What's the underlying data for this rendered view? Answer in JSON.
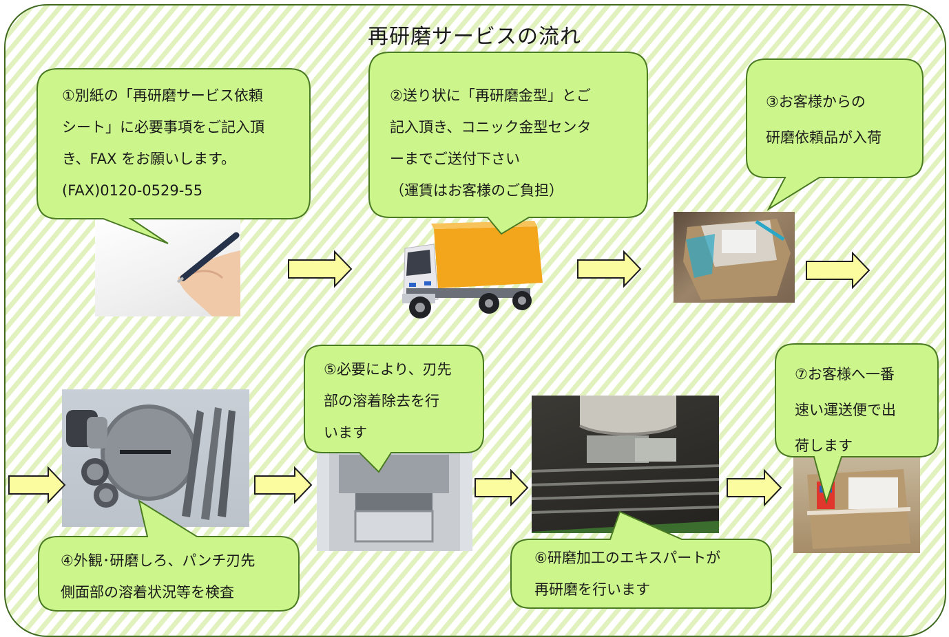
{
  "title": "再研磨サービスの流れ",
  "steps": {
    "s1": "①別紙の「再研磨サービス依頼\nシート」に必要事項をご記入頂\nき、FAX をお願いします。\n(FAX)0120-0529-55",
    "s2": "②送り状に「再研磨金型」とご\n記入頂き、コニック金型センタ\nーまでご送付下さい\n（運賃はお客様のご負担）",
    "s3": "③お客様からの\n研磨依頼品が入荷",
    "s4": "④外観･研磨しろ、パンチ刃先\n側面部の溶着状況等を検査",
    "s5": "⑤必要により、刃先\n部の溶着除去を行\nいます",
    "s6": "⑥研磨加工のエキスパートが\n再研磨を行います",
    "s7": "⑦お客様へ一番\n速い運送便で出\n荷します"
  },
  "colors": {
    "bubble_fill": "#ccf58c",
    "bubble_stroke": "#4a7a22",
    "arrow_fill": "#fbfba0",
    "arrow_stroke": "#1e1e1e",
    "stripe": "#e2f2bf"
  }
}
